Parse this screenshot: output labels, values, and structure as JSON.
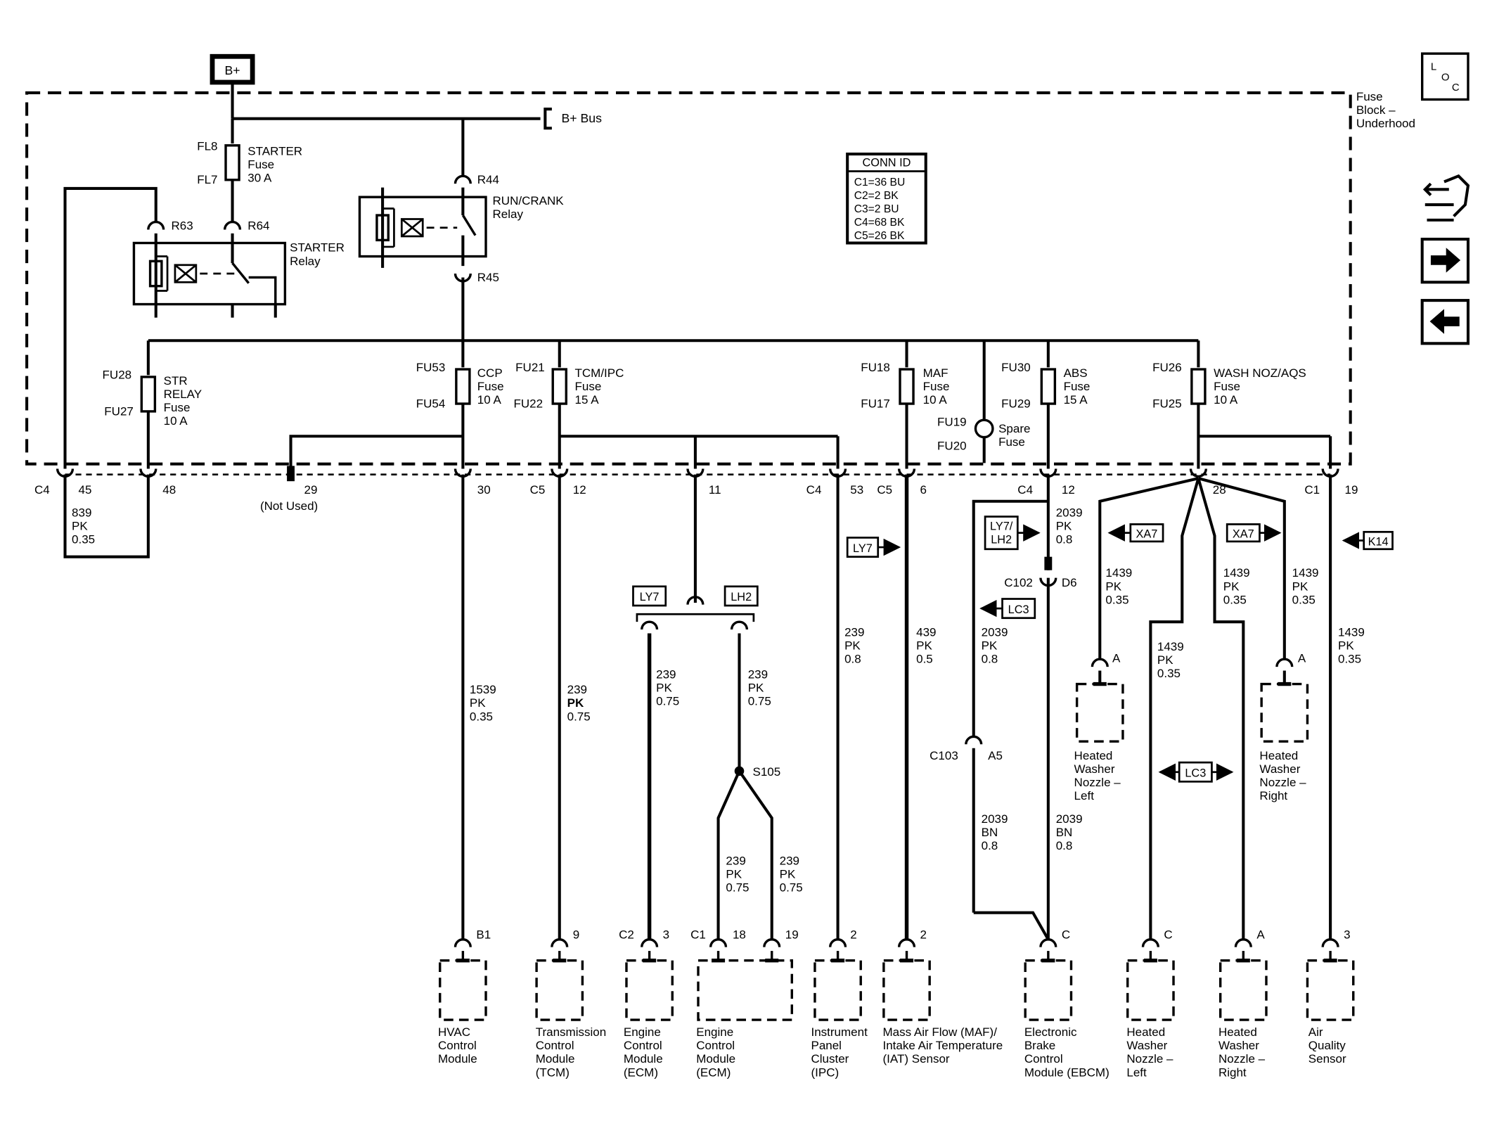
{
  "power": {
    "bplus": "B+",
    "bus": "B+ Bus"
  },
  "fuse_block": {
    "title_lines": [
      "Fuse",
      "Block –",
      "Underhood"
    ]
  },
  "loc_icon": {
    "letters": [
      "L",
      "O",
      "C"
    ]
  },
  "nav_icons": [
    "harness-icon",
    "arrow-right-icon",
    "arrow-left-icon"
  ],
  "conn_table": {
    "title": "CONN ID",
    "rows": [
      "C1=36 BU",
      "C2=2 BK",
      "C3=2 BU",
      "C4=68 BK",
      "C5=26 BK"
    ]
  },
  "fuses": {
    "starter": {
      "top": "FL8",
      "bottom": "FL7",
      "label": [
        "STARTER",
        "Fuse",
        "30 A"
      ]
    },
    "str_relay": {
      "top": "FU28",
      "bottom": "FU27",
      "label": [
        "STR",
        "RELAY",
        "Fuse",
        "10 A"
      ]
    },
    "ccp": {
      "top": "FU53",
      "bottom": "FU54",
      "label": [
        "CCP",
        "Fuse",
        "10 A"
      ]
    },
    "tcm_ipc": {
      "top": "FU21",
      "bottom": "FU22",
      "label": [
        "TCM/IPC",
        "Fuse",
        "15 A"
      ]
    },
    "maf": {
      "top": "FU18",
      "bottom": "FU17",
      "label": [
        "MAF",
        "Fuse",
        "10 A"
      ]
    },
    "spare": {
      "top": "FU19",
      "bottom": "FU20",
      "label": [
        "Spare",
        "Fuse"
      ]
    },
    "abs": {
      "top": "FU30",
      "bottom": "FU29",
      "label": [
        "ABS",
        "Fuse",
        "15 A"
      ]
    },
    "wash": {
      "top": "FU26",
      "bottom": "FU25",
      "label": [
        "WASH NOZ/AQS",
        "Fuse",
        "10 A"
      ]
    }
  },
  "relays": {
    "starter": {
      "pins": [
        "R63",
        "R64"
      ],
      "label": [
        "STARTER",
        "Relay"
      ]
    },
    "run_crank": {
      "pins": [
        "R44",
        "R45"
      ],
      "label": [
        "RUN/CRANK",
        "Relay"
      ]
    }
  },
  "connectors": [
    {
      "conn": "C4",
      "pin": "45"
    },
    {
      "pin": "48"
    },
    {
      "pin": "29",
      "note": "(Not Used)"
    },
    {
      "pin": "30"
    },
    {
      "conn": "C5",
      "pin": "12"
    },
    {
      "pin": "11"
    },
    {
      "conn": "C4",
      "pin": "53"
    },
    {
      "conn": "C5",
      "pin": "6"
    },
    {
      "conn": "C4",
      "pin": "12"
    },
    {
      "pin": "28"
    },
    {
      "conn": "C1",
      "pin": "19"
    }
  ],
  "wires": {
    "w839": [
      "839",
      "PK",
      "0.35"
    ],
    "w1539": [
      "1539",
      "PK",
      "0.35"
    ],
    "w239_tcm": [
      "239",
      "PK",
      "0.75"
    ],
    "w239_ly7": [
      "239",
      "PK",
      "0.75"
    ],
    "w239_lh2": [
      "239",
      "PK",
      "0.75"
    ],
    "w239_s1": [
      "239",
      "PK",
      "0.75"
    ],
    "w239_s2": [
      "239",
      "PK",
      "0.75"
    ],
    "w239_ipc": [
      "239",
      "PK",
      "0.8"
    ],
    "w439": [
      "439",
      "PK",
      "0.5"
    ],
    "w2039_a": [
      "2039",
      "PK",
      "0.8"
    ],
    "w2039_b": [
      "2039",
      "PK",
      "0.8"
    ],
    "w2039_bn1": [
      "2039",
      "BN",
      "0.8"
    ],
    "w2039_bn2": [
      "2039",
      "BN",
      "0.8"
    ],
    "w1439_1": [
      "1439",
      "PK",
      "0.35"
    ],
    "w1439_2": [
      "1439",
      "PK",
      "0.35"
    ],
    "w1439_3": [
      "1439",
      "PK",
      "0.35"
    ],
    "w1439_4": [
      "1439",
      "PK",
      "0.35"
    ],
    "w1439_5": [
      "1439",
      "PK",
      "0.35"
    ]
  },
  "inline": {
    "c102": "C102",
    "d6": "D6",
    "c103": "C103",
    "a5": "A5",
    "s105": "S105",
    "pin_a_left": "A",
    "pin_a_right": "A"
  },
  "tags": {
    "ly7": "LY7",
    "lh2": "LH2",
    "ly7_ipc": "LY7",
    "ly7lh2": [
      "LY7/",
      "LH2"
    ],
    "lc3_a": "LC3",
    "lc3_b": "LC3",
    "xa7_l": "XA7",
    "xa7_r": "XA7",
    "k14": "K14"
  },
  "modules": [
    {
      "pins": [
        "B1"
      ],
      "label": [
        "HVAC",
        "Control",
        "Module"
      ]
    },
    {
      "pins": [
        "9"
      ],
      "label": [
        "Transmission",
        "Control",
        "Module",
        "(TCM)"
      ]
    },
    {
      "conn": "C2",
      "pins": [
        "3"
      ],
      "label": [
        "Engine",
        "Control",
        "Module",
        "(ECM)"
      ]
    },
    {
      "conn": "C1",
      "pins": [
        "18",
        "19"
      ],
      "label": [
        "Engine",
        "Control",
        "Module",
        "(ECM)"
      ]
    },
    {
      "pins": [
        "2"
      ],
      "label": [
        "Instrument",
        "Panel",
        "Cluster",
        "(IPC)"
      ]
    },
    {
      "pins": [
        "2"
      ],
      "label": [
        "Mass Air Flow (MAF)/",
        "Intake Air Temperature",
        "(IAT) Sensor"
      ]
    },
    {
      "pins": [
        "C"
      ],
      "label": [
        "Electronic",
        "Brake",
        "Control",
        "Module (EBCM)"
      ]
    },
    {
      "pins": [
        "C"
      ],
      "label": [
        "Heated",
        "Washer",
        "Nozzle –",
        "Left"
      ]
    },
    {
      "pins": [
        "A"
      ],
      "label": [
        "Heated",
        "Washer",
        "Nozzle –",
        "Right"
      ]
    },
    {
      "pins": [
        "3"
      ],
      "label": [
        "Air",
        "Quality",
        "Sensor"
      ]
    }
  ],
  "nozzles_mid": [
    {
      "label": [
        "Heated",
        "Washer",
        "Nozzle –",
        "Left"
      ]
    },
    {
      "label": [
        "Heated",
        "Washer",
        "Nozzle –",
        "Right"
      ]
    }
  ]
}
